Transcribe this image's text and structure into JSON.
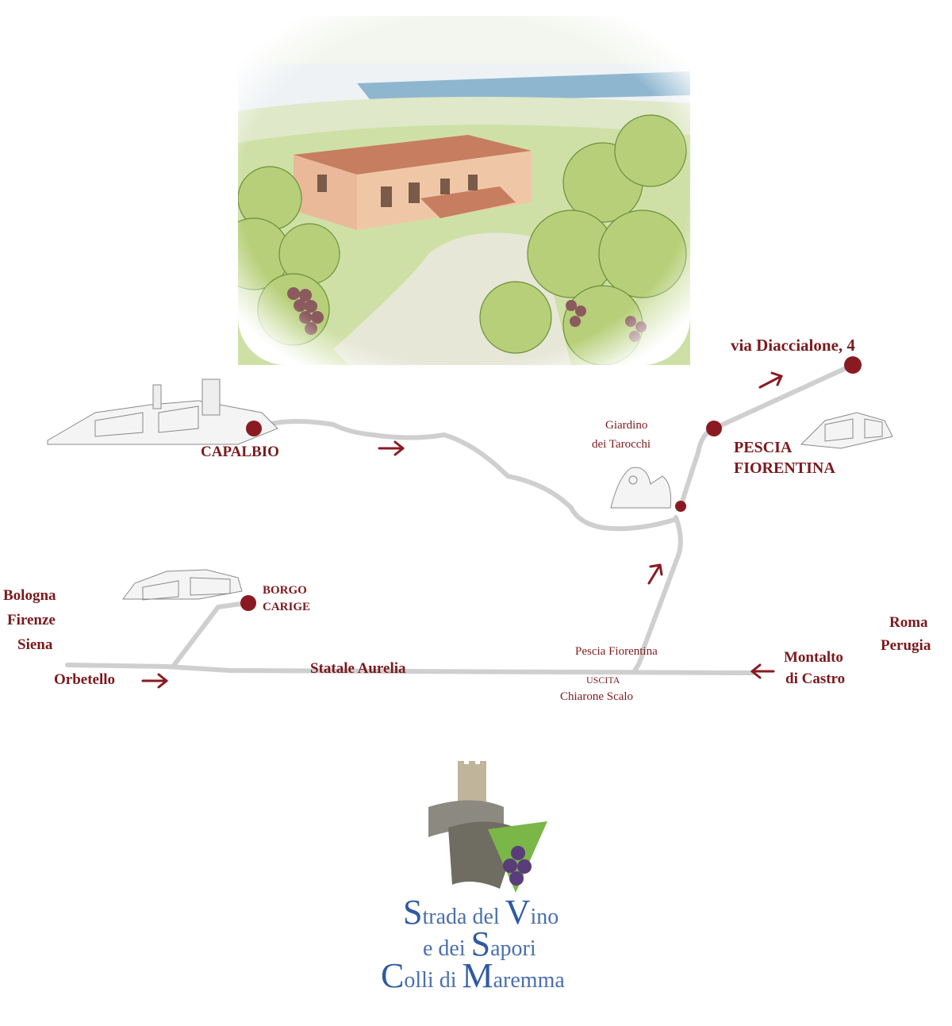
{
  "illustration": {
    "subject": "farmhouse-vineyard-illustration"
  },
  "places": {
    "capalbio": "CAPALBIO",
    "borgo_carige_1": "BORGO",
    "borgo_carige_2": "CARIGE",
    "pescia_fiorentina_1": "PESCIA",
    "pescia_fiorentina_2": "FIORENTINA",
    "giardino_1": "Giardino",
    "giardino_2": "dei Tarocchi",
    "destination": "via Diaccialone, 4"
  },
  "roads": {
    "aurelia": "Statale Aurelia",
    "exit_name": "Pescia Fiorentina",
    "exit_word": "USCITA",
    "exit_station": "Chiarone Scalo"
  },
  "directions": {
    "north_1": "Bologna",
    "north_2": "Firenze",
    "north_3": "Siena",
    "orbetello": "Orbetello",
    "south_1": "Roma",
    "south_2": "Perugia",
    "montalto_1": "Montalto",
    "montalto_2": "di Castro"
  },
  "logo": {
    "line1_a_cap": "S",
    "line1_a": "trada del ",
    "line1_b_cap": "V",
    "line1_b": "ino",
    "line2_a": "e dei ",
    "line2_b_cap": "S",
    "line2_b": "apori",
    "line3_a_cap": "C",
    "line3_a": "olli di ",
    "line3_b_cap": "M",
    "line3_b": "aremma"
  },
  "colors": {
    "label": "#7b1a1d",
    "road": "#cfcfcf",
    "marker": "#8a1a22",
    "logo_blue": "#2f5aa3"
  }
}
